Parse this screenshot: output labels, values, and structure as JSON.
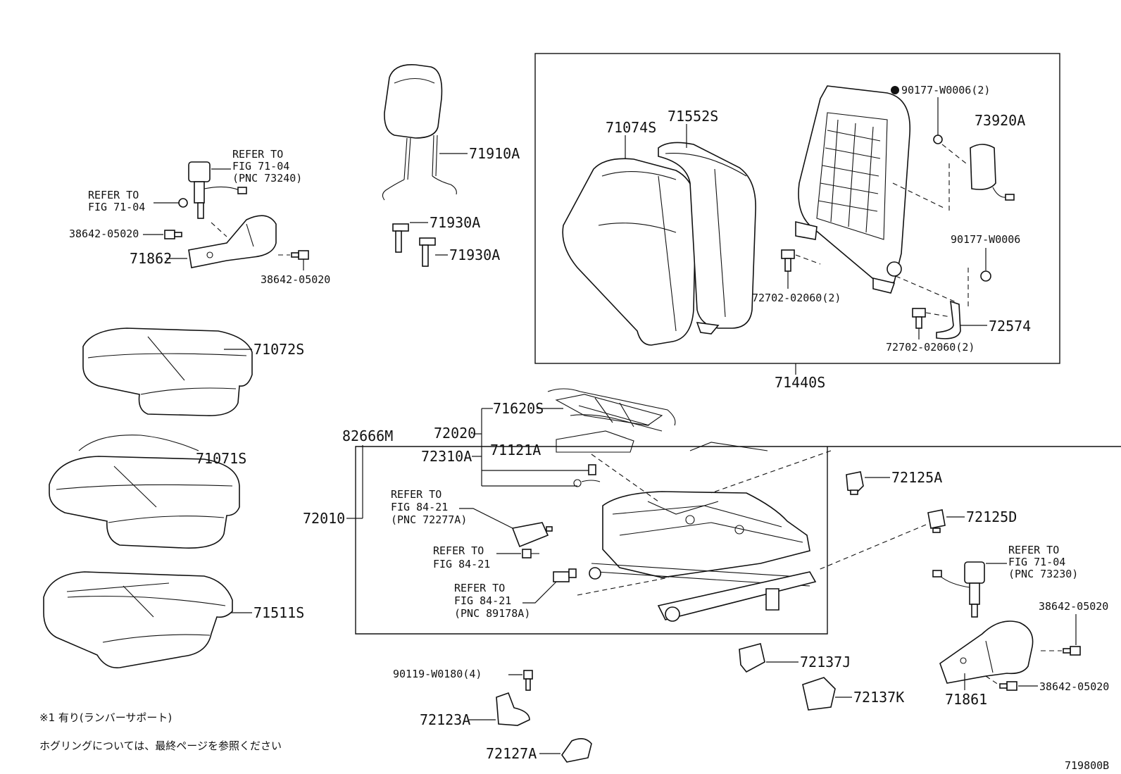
{
  "labels": {
    "p71910A": "71910A",
    "p71930A_1": "71930A",
    "p71930A_2": "71930A",
    "p71074S": "71074S",
    "p71552S": "71552S",
    "p90177_2": "90177-W0006(2)",
    "p73920A": "73920A",
    "p90177": "90177-W0006",
    "p72702_1": "72702-02060(2)",
    "p72702_2": "72702-02060(2)",
    "p72574": "72574",
    "p71440S": "71440S",
    "p71862": "71862",
    "p38642_1": "38642-05020",
    "p38642_2": "38642-05020",
    "p71072S": "71072S",
    "p71071S": "71071S",
    "p71511S": "71511S",
    "p71620S": "71620S",
    "p72020": "72020",
    "p72310A": "72310A",
    "p71121A": "71121A",
    "p82666M": "82666M",
    "p72010": "72010",
    "p72125A": "72125A",
    "p72125D": "72125D",
    "p38642_3": "38642-05020",
    "p38642_4": "38642-05020",
    "p71861": "71861",
    "p72137J": "72137J",
    "p72137K": "72137K",
    "p90119": "90119-W0180(4)",
    "p72123A": "72123A",
    "p72127A": "72127A",
    "code": "719800B"
  },
  "refer_notes": {
    "r1": {
      "line1": "REFER TO",
      "line2": "FIG 71-04",
      "line3": "(PNC 73240)"
    },
    "r2": {
      "line1": "REFER TO",
      "line2": "FIG 71-04"
    },
    "r3": {
      "line1": "REFER TO",
      "line2": "FIG 84-21",
      "line3": "(PNC 72277A)"
    },
    "r4": {
      "line1": "REFER TO",
      "line2": "FIG 84-21"
    },
    "r5": {
      "line1": "REFER TO",
      "line2": "FIG 84-21",
      "line3": "(PNC 89178A)"
    },
    "r6": {
      "line1": "REFER TO",
      "line2": "FIG 71-04",
      "line3": "(PNC 73230)"
    }
  },
  "footnotes": {
    "note1": "※1 有り(ランバーサポート)",
    "note2": "ホグリングについては、最終ページを参照ください"
  }
}
